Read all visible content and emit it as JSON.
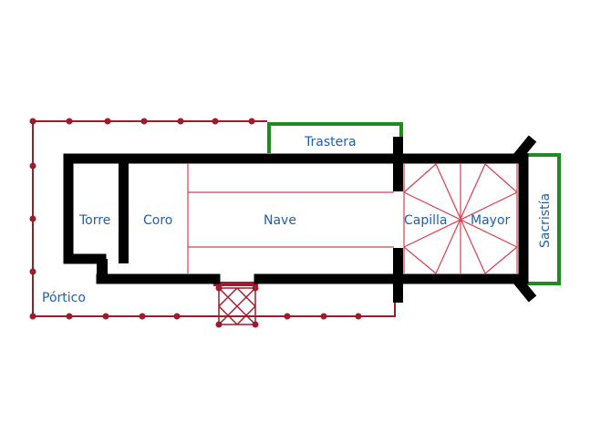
{
  "labels": {
    "trastera": "Trastera",
    "torre": "Torre",
    "coro": "Coro",
    "nave": "Nave",
    "capilla": "Capilla",
    "mayor": "Mayor",
    "sacristia": "Sacristía",
    "portico": "Pórtico"
  },
  "colors": {
    "walls": "#000000",
    "portico": "#9e1b2c",
    "annex": "#1f8a1f",
    "lines": "#d6404f",
    "text": "#1f5fa8"
  }
}
